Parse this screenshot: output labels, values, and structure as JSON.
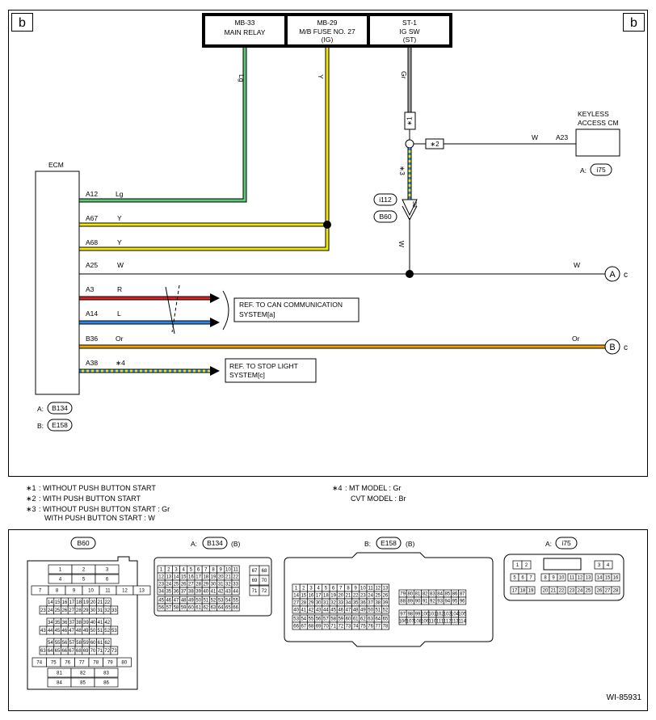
{
  "corner_label": "b",
  "figure_id": "WI-85931",
  "top_sources": [
    {
      "code": "MB-33",
      "name": "MAIN RELAY",
      "sub": ""
    },
    {
      "code": "MB-29",
      "name": "M/B FUSE NO. 27",
      "sub": "(IG)"
    },
    {
      "code": "ST-1",
      "name": "IG SW",
      "sub": "(ST)"
    }
  ],
  "wire_colors": {
    "lg": "Lg",
    "y": "Y",
    "gr": "Gr",
    "w": "W",
    "r": "R",
    "l": "L",
    "or": "Or"
  },
  "ecm": {
    "title": "ECM",
    "pins": [
      {
        "pin": "A12",
        "color": "Lg"
      },
      {
        "pin": "A67",
        "color": "Y"
      },
      {
        "pin": "A68",
        "color": "Y"
      },
      {
        "pin": "A25",
        "color": "W"
      },
      {
        "pin": "A3",
        "color": "R"
      },
      {
        "pin": "A14",
        "color": "L"
      },
      {
        "pin": "B36",
        "color": "Or"
      },
      {
        "pin": "A38",
        "color": "∗4"
      }
    ],
    "connectors": [
      {
        "prefix": "A:",
        "id": "B134"
      },
      {
        "prefix": "B:",
        "id": "E158"
      }
    ]
  },
  "keyless": {
    "line1": "KEYLESS",
    "line2": "ACCESS CM",
    "pin": "A23",
    "conn_prefix": "A:",
    "conn_id": "i75"
  },
  "marks": {
    "m1": "∗1",
    "m2": "∗2",
    "m3": "∗3"
  },
  "junction": {
    "conn1": "i112",
    "conn2": "B60",
    "pin": "38"
  },
  "refs": {
    "can_line1": "REF. TO CAN COMMUNICATION",
    "can_line2": "SYSTEM[a]",
    "stop_line1": "REF. TO STOP LIGHT",
    "stop_line2": "SYSTEM[c]"
  },
  "offpage": [
    {
      "letter": "A",
      "tag": "c"
    },
    {
      "letter": "B",
      "tag": "c"
    }
  ],
  "notes": [
    {
      "mark": "∗1",
      "text": ": WITHOUT PUSH BUTTON START"
    },
    {
      "mark": "∗2",
      "text": ": WITH PUSH BUTTON START"
    },
    {
      "mark": "∗3",
      "text": ": WITHOUT PUSH BUTTON START  : Gr"
    },
    {
      "mark": "",
      "text": "WITH PUSH BUTTON START  : W"
    },
    {
      "mark": "∗4",
      "text": ": MT MODEL  : Gr"
    },
    {
      "mark": "",
      "text": "CVT MODEL  : Br"
    }
  ],
  "connector_views": {
    "b60": {
      "title": "B60"
    },
    "b134": {
      "prefix": "A:",
      "title": "B134",
      "suffix": "(B)"
    },
    "e158": {
      "prefix": "B:",
      "title": "E158",
      "suffix": "(B)"
    },
    "i75": {
      "prefix": "A:",
      "title": "i75"
    }
  },
  "colors": {
    "lg": "#5cc878",
    "y": "#f2ea00",
    "r": "#e02020",
    "l": "#2a86e8",
    "or": "#f0a400",
    "gr": "#a0a0a0",
    "w": "#000000"
  }
}
